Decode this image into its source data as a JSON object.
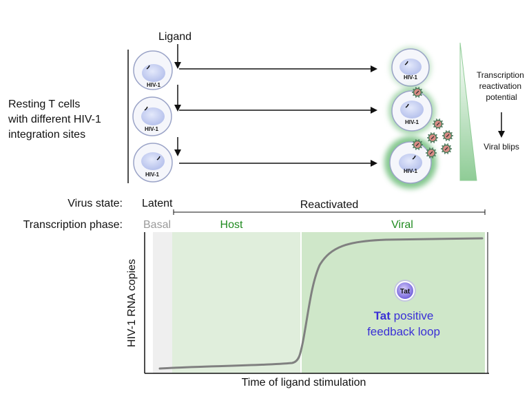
{
  "diagram": {
    "ligand_label": "Ligand",
    "resting_label_lines": [
      "Resting T cells",
      "with different HIV-1",
      "integration sites"
    ],
    "cell_label": "HIV-1",
    "right_label_lines": [
      "Transcription",
      "reactivation",
      "potential"
    ],
    "viral_blips_label": "Viral blips",
    "virus_state": {
      "row_label": "Virus state:",
      "latent": "Latent",
      "reactivated": "Reactivated"
    },
    "transcription_phase": {
      "row_label": "Transcription phase:",
      "basal": "Basal",
      "host": "Host",
      "viral": "Viral"
    },
    "plot": {
      "y_axis_label": "HIV-1 RNA copies",
      "x_axis_label": "Time of ligand stimulation",
      "tat_badge": "Tat",
      "tat_text_bold": "Tat",
      "tat_text_rest": " positive",
      "tat_text_line2": "feedback loop"
    },
    "colors": {
      "cell_fill": "#f5f6fb",
      "cell_stroke": "#9aa3c7",
      "nucleus_fill": "#c8d0f0",
      "glow": "#5db66a",
      "host_region": "#e0eedc",
      "viral_region": "#cfe7c9",
      "basal_region": "#efefef",
      "curve": "#808080",
      "green_text": "#1f8a1f",
      "basal_text": "#9a9a9a",
      "tat_blue": "#3a2fd6",
      "virion": "#5a7e66",
      "wedge": "#a9d6ad"
    }
  }
}
